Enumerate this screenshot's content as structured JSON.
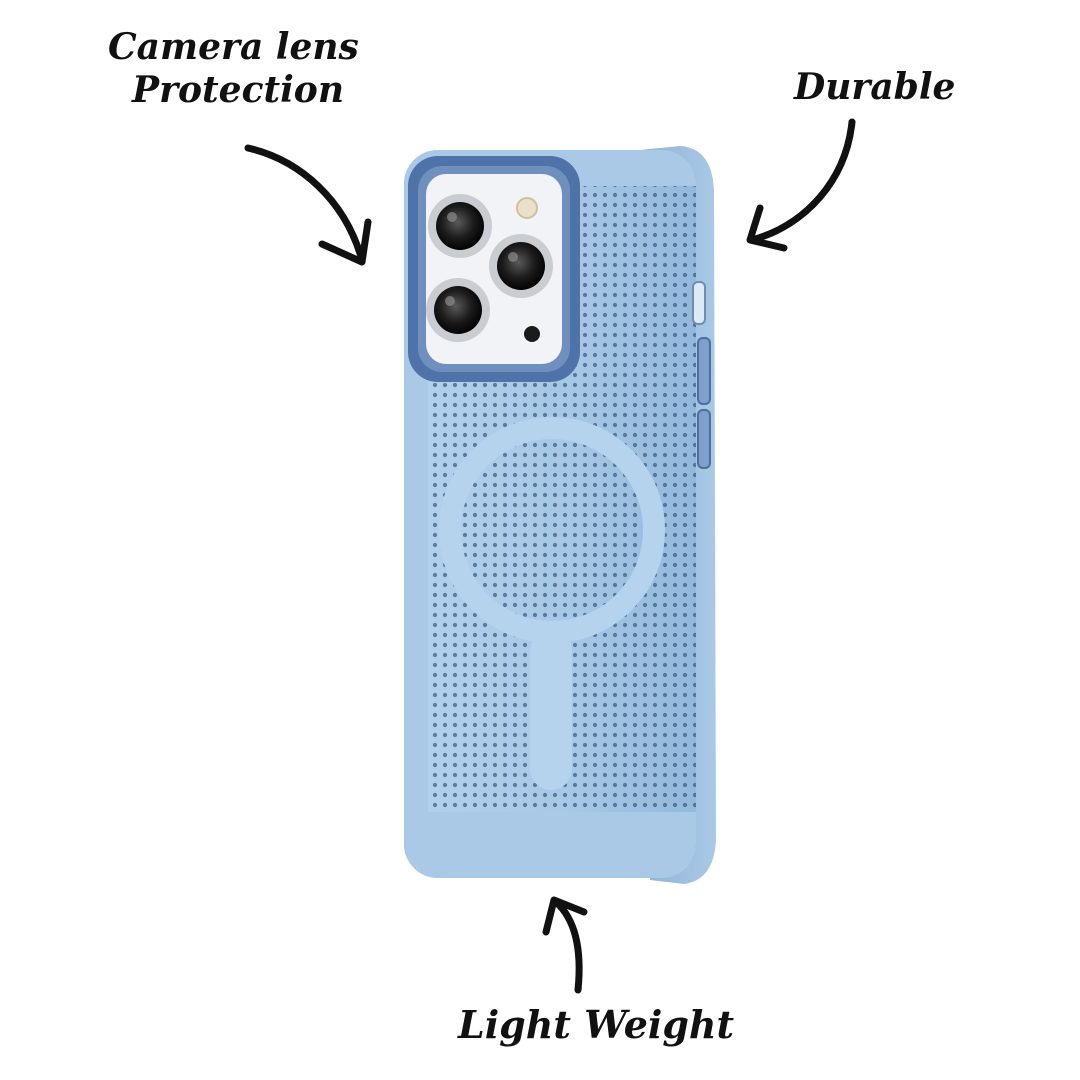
{
  "annotations": {
    "camera_line1": "Camera lens",
    "camera_line2": "Protection",
    "durable": "Durable",
    "light_weight": "Light Weight"
  },
  "product": {
    "case_color": "#a7c8e6",
    "case_edge_color": "#8fb4d8",
    "camera_bezel_color": "#4f73a8",
    "perforation_color": "#3e5f86",
    "magsafe_ring_color": "#b6d3ee"
  },
  "icons": [
    "arrow-icon",
    "camera-lens-icon",
    "flash-icon",
    "side-button-icon"
  ]
}
